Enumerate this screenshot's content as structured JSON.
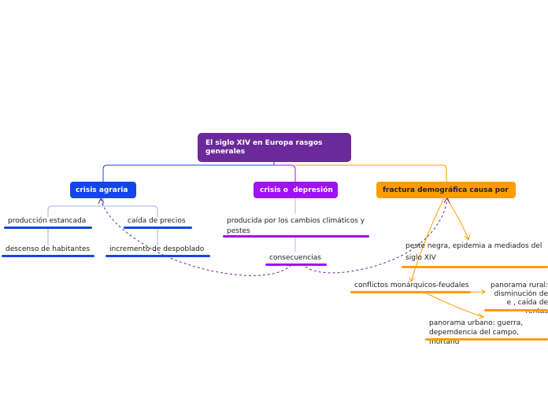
{
  "colors": {
    "root": "#6a2a9a",
    "agraria": "#1446e6",
    "depresion": "#a012ee",
    "demografica": "#ff9c00",
    "light_blue": "#9fb4ee",
    "light_purple": "#d7a6f2",
    "dashed": "#6a2a9a"
  },
  "root": {
    "label": "El siglo XIV en Europa rasgos generales"
  },
  "branches": {
    "agraria": {
      "label": "crisis agraria",
      "children": {
        "produccion": "producción estancada",
        "caida": "caída de precios",
        "descenso": "descenso de habitantes",
        "incremento": "incremento de despoblado"
      }
    },
    "depresion": {
      "label": "crisis o  depresión",
      "children": {
        "producida": "producida por los cambios climáticos y pestes",
        "consecuencias": "consecuencias"
      }
    },
    "demografica": {
      "label": "fractura demográfica causa por",
      "children": {
        "peste": "peste negra, epidemia a mediados del siglo XIV",
        "conflictos": "conflictos monárquicos-feudales",
        "rural": "panorama rural: disminución de e , caída de rentas",
        "urbano": "panorama urbano: guerra, depemdencia del campo, mortand"
      }
    }
  }
}
